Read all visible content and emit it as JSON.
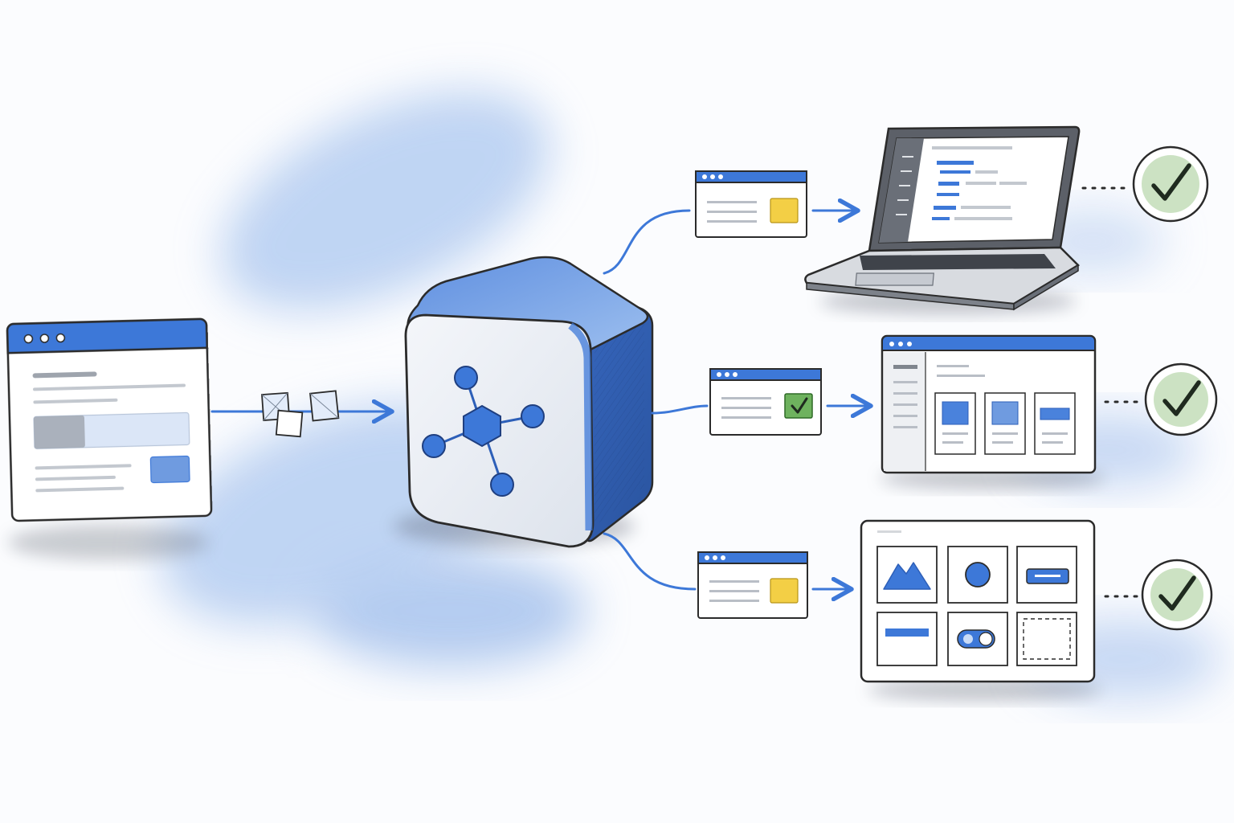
{
  "colors": {
    "background": "#fbfcfe",
    "accent": "#3d78d8",
    "accent_dark": "#2d5fb8",
    "accent_light": "#c9dbf6",
    "wash": "#8fb4ea",
    "ink": "#2b2b2b",
    "paper": "#ffffff",
    "line_gray": "#b9bec6",
    "yellow": "#f3cf45",
    "check_green": "#c3ddb8",
    "check_dark": "#1f2a1f",
    "laptop_gray": "#5c6068"
  },
  "diagram": {
    "source_window": {
      "kind": "browser-window",
      "icon": "browser-window-icon"
    },
    "payload": {
      "kind": "data-packets",
      "count": 3
    },
    "hub": {
      "kind": "cube",
      "icon": "network-hub-icon",
      "nodes": 4
    },
    "targets": [
      {
        "id": "laptop",
        "card": "pending",
        "card_icon": "yellow-square-icon",
        "device": "laptop",
        "result": "success"
      },
      {
        "id": "browser-dashboard",
        "card": "verified",
        "card_icon": "checkbox-icon",
        "device": "browser-window",
        "result": "success"
      },
      {
        "id": "component-grid",
        "card": "pending",
        "card_icon": "yellow-square-icon",
        "device": "ui-component-grid",
        "result": "success"
      }
    ],
    "result_icon": "check-circle-icon"
  }
}
